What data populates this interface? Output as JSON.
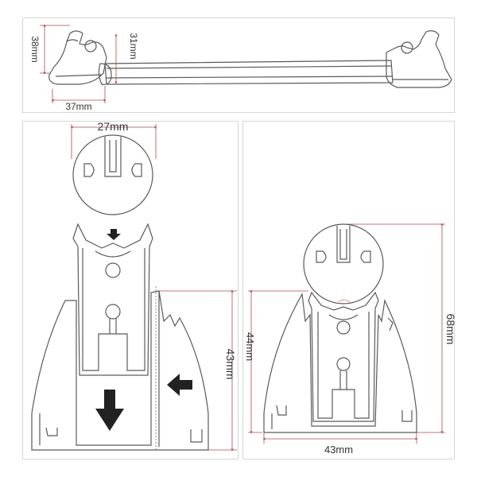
{
  "colors": {
    "outline": "#5a5a5a",
    "dimension": "#b04a55",
    "dimension_text": "#333333",
    "arrow": "#222222",
    "panel_border": "#d6d6d6",
    "accent": "#e9b4b0"
  },
  "top_view": {
    "dim_height": "38mm",
    "dim_bar": "31mm",
    "dim_width": "37mm"
  },
  "left_view": {
    "dim_circle": "27mm",
    "dim_height": "43mm"
  },
  "right_view": {
    "dim_total_height": "68mm",
    "dim_base_height": "44mm",
    "dim_width": "43mm"
  },
  "icons": [
    "arrow-down-small-icon",
    "arrow-down-large-icon",
    "arrow-left-icon"
  ]
}
